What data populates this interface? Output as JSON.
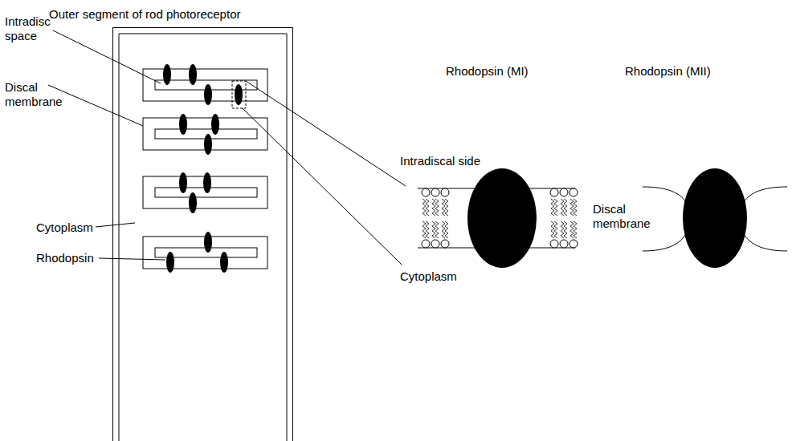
{
  "diagram": {
    "nodes": [
      {
        "text": [
          "Outer segment of rod photoreceptor"
        ]
      }
    ],
    "labels": [
      "Intradisc space",
      "Discal membrane",
      "Cytoplasm",
      "Rhodopsin",
      "Rhodopsin (MI)",
      "Rhodopsin (MII)",
      "Intradiscal side",
      "Discal membrane",
      "Cytoplasm"
    ]
  }
}
